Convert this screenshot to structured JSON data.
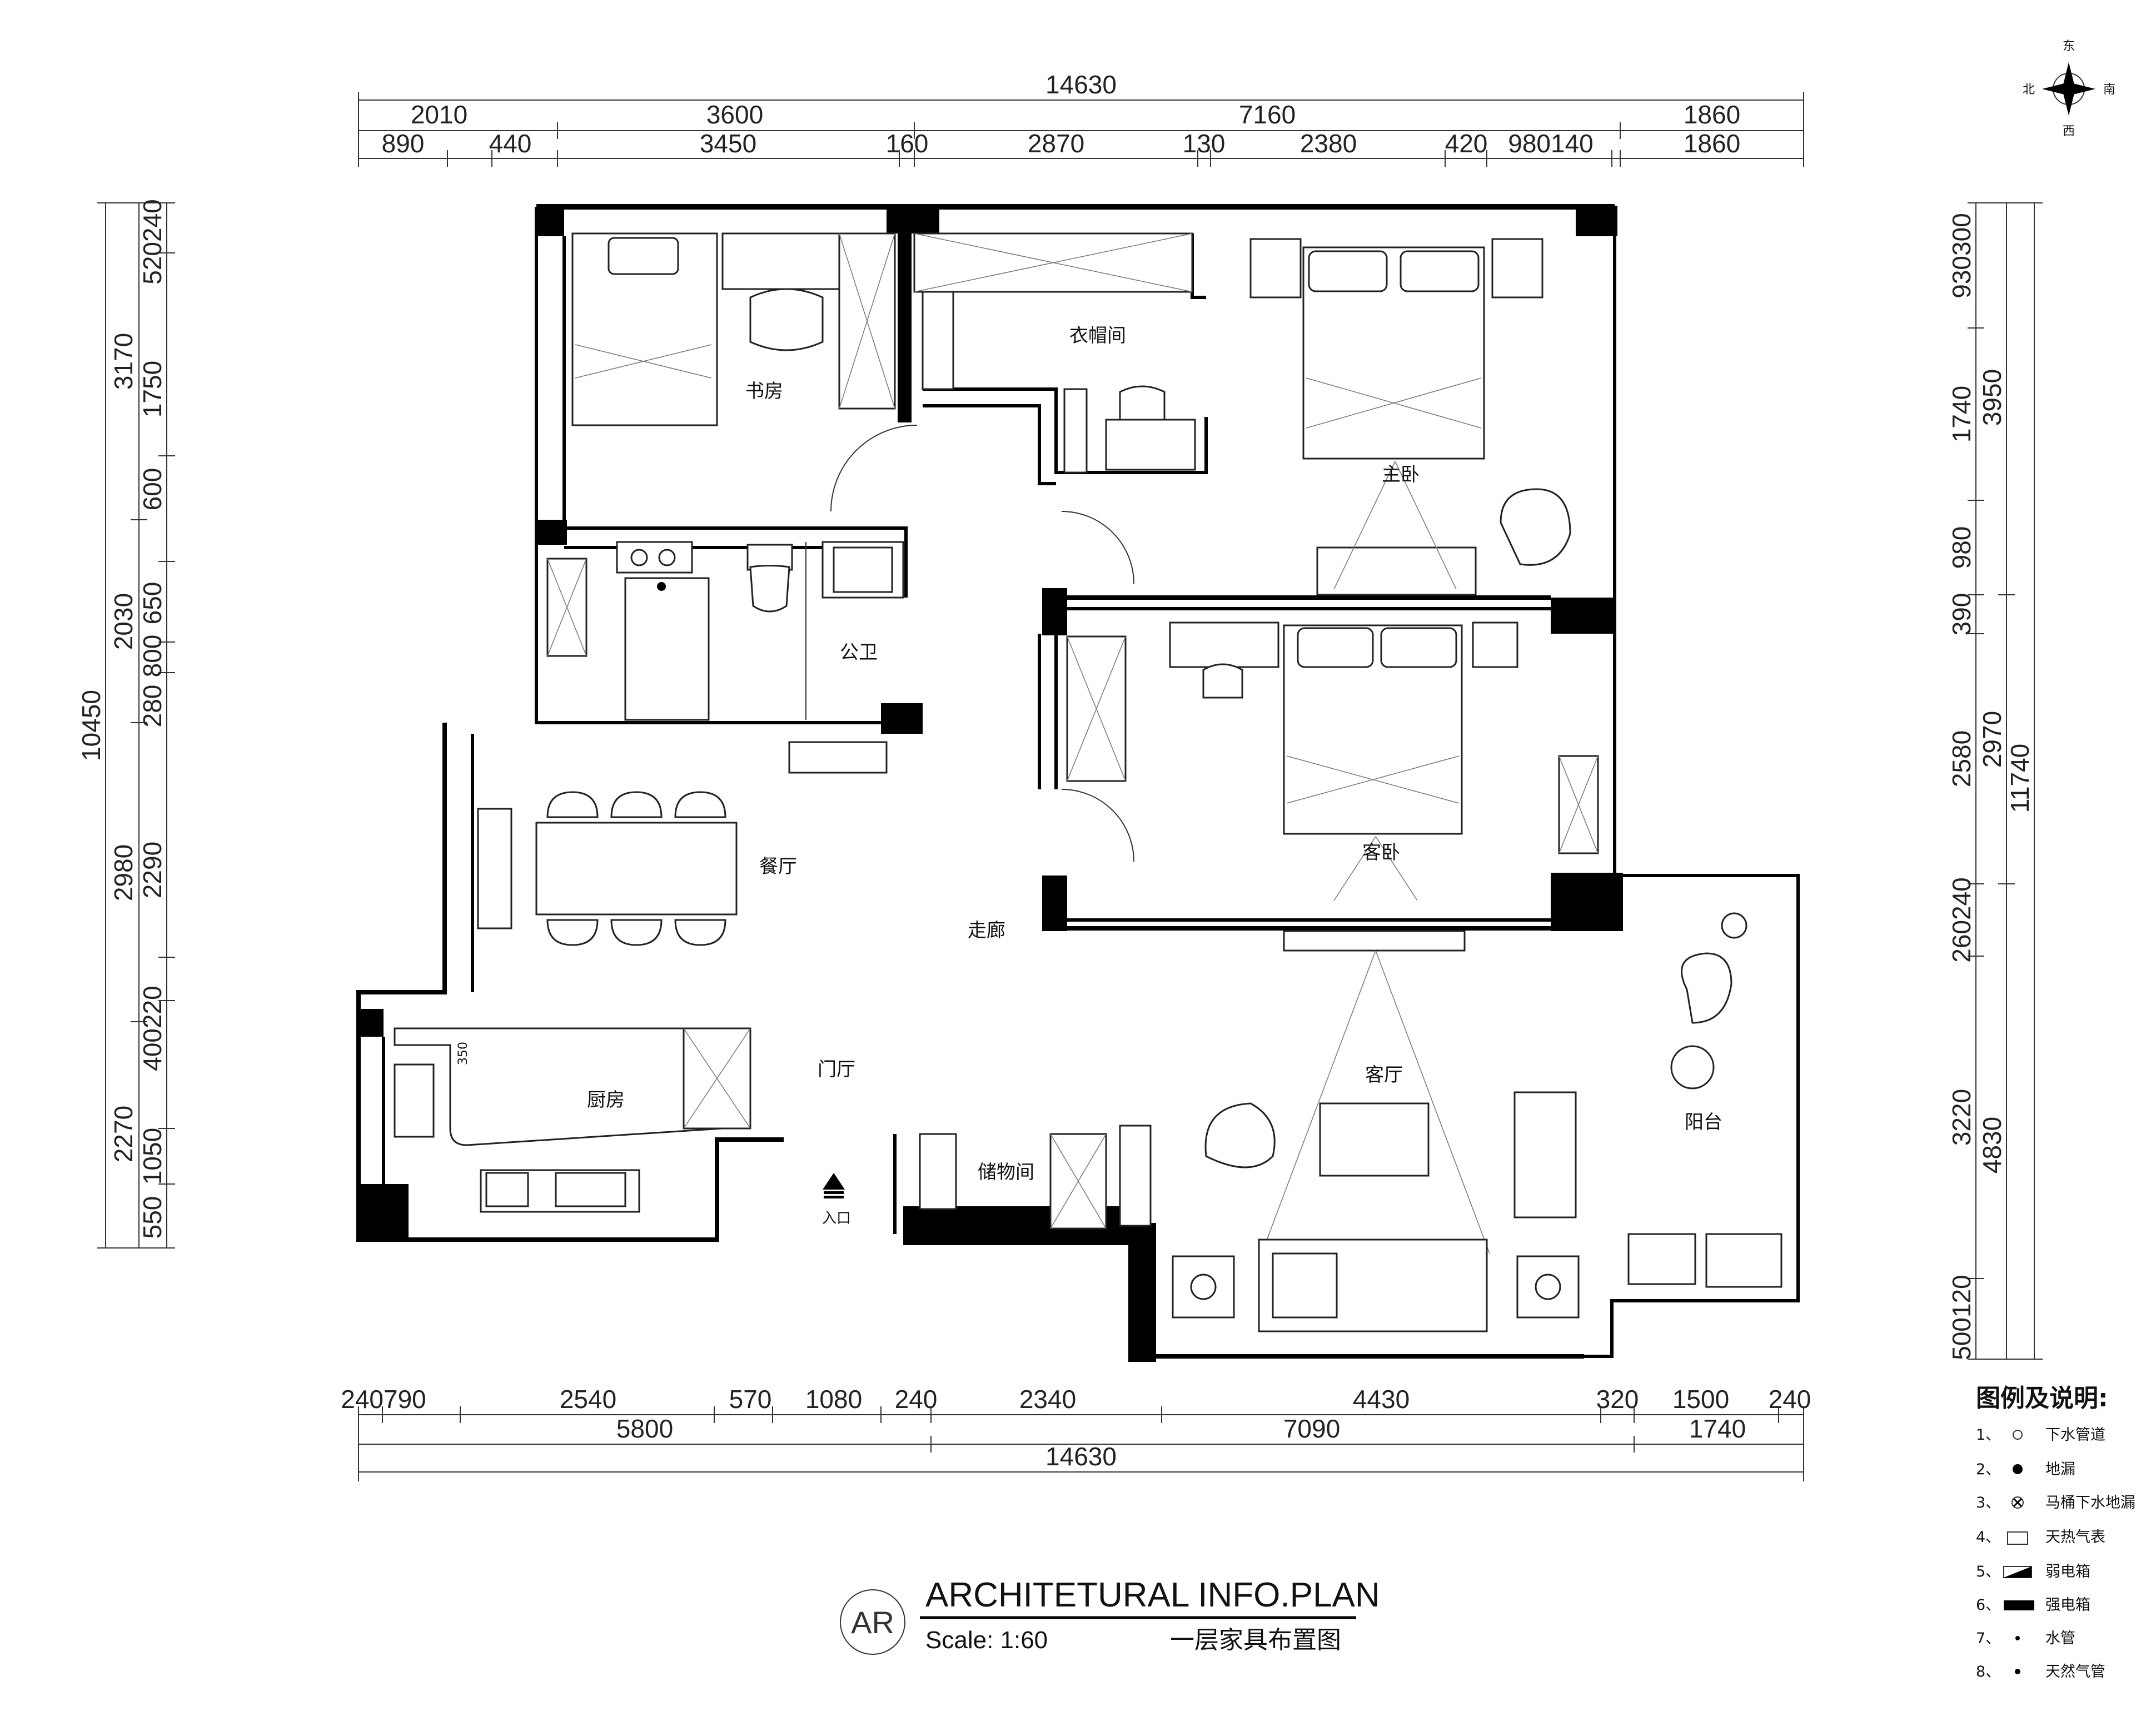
{
  "title": {
    "badge": "AR",
    "main": "ARCHITETURAL INFO.PLAN",
    "scale": "Scale: 1:60",
    "subtitle": "一层家具布置图"
  },
  "compass": {
    "east": "东",
    "south": "南",
    "west": "西",
    "north": "北"
  },
  "rooms": {
    "study": "书房",
    "closet": "衣帽间",
    "master": "主卧",
    "bath": "公卫",
    "guest": "客卧",
    "dining": "餐厅",
    "corridor": "走廊",
    "foyer": "门厅",
    "kitchen": "厨房",
    "storage": "储物间",
    "living": "客厅",
    "balcony": "阳台",
    "entrance": "入口"
  },
  "dims": {
    "top_total": "14630",
    "top_row1": [
      "2010",
      "3600",
      "7160",
      "1860"
    ],
    "top_row2": [
      "890",
      "440",
      "3450",
      "160",
      "2870",
      "130",
      "2380",
      "420",
      "980140",
      "1860"
    ],
    "bottom_row1": [
      "240790",
      "2540",
      "570",
      "1080",
      "240",
      "2340",
      "4430",
      "320",
      "1500",
      "240"
    ],
    "bottom_row2": [
      "5800",
      "7090",
      "1740"
    ],
    "bottom_total": "14630",
    "left_total": "10450",
    "left_row1": [
      "3170",
      "2030",
      "2980",
      "2270"
    ],
    "left_row2": [
      "520240",
      "1750",
      "600",
      "650",
      "800",
      "280",
      "2290",
      "400220",
      "1050",
      "550"
    ],
    "right_total": "11740",
    "right_row1": [
      "3950",
      "2970",
      "4830"
    ],
    "right_row2": [
      "930300",
      "1740",
      "980",
      "390",
      "2580",
      "260240",
      "3220",
      "500120"
    ],
    "kitchen_small": "350"
  },
  "legend": {
    "title": "图例及说明:",
    "items": [
      {
        "num": "1、",
        "label": "下水管道",
        "icon": "open-circle-icon"
      },
      {
        "num": "2、",
        "label": "地漏",
        "icon": "filled-circle-icon"
      },
      {
        "num": "3、",
        "label": "马桶下水地漏",
        "icon": "crossed-circle-icon"
      },
      {
        "num": "4、",
        "label": "天热气表",
        "icon": "small-rect-icon"
      },
      {
        "num": "5、",
        "label": "弱电箱",
        "icon": "half-filled-rect-icon"
      },
      {
        "num": "6、",
        "label": "强电箱",
        "icon": "filled-bar-icon"
      },
      {
        "num": "7、",
        "label": "水管",
        "icon": "dot-icon"
      },
      {
        "num": "8、",
        "label": "天然气管",
        "icon": "dot-icon"
      }
    ]
  }
}
